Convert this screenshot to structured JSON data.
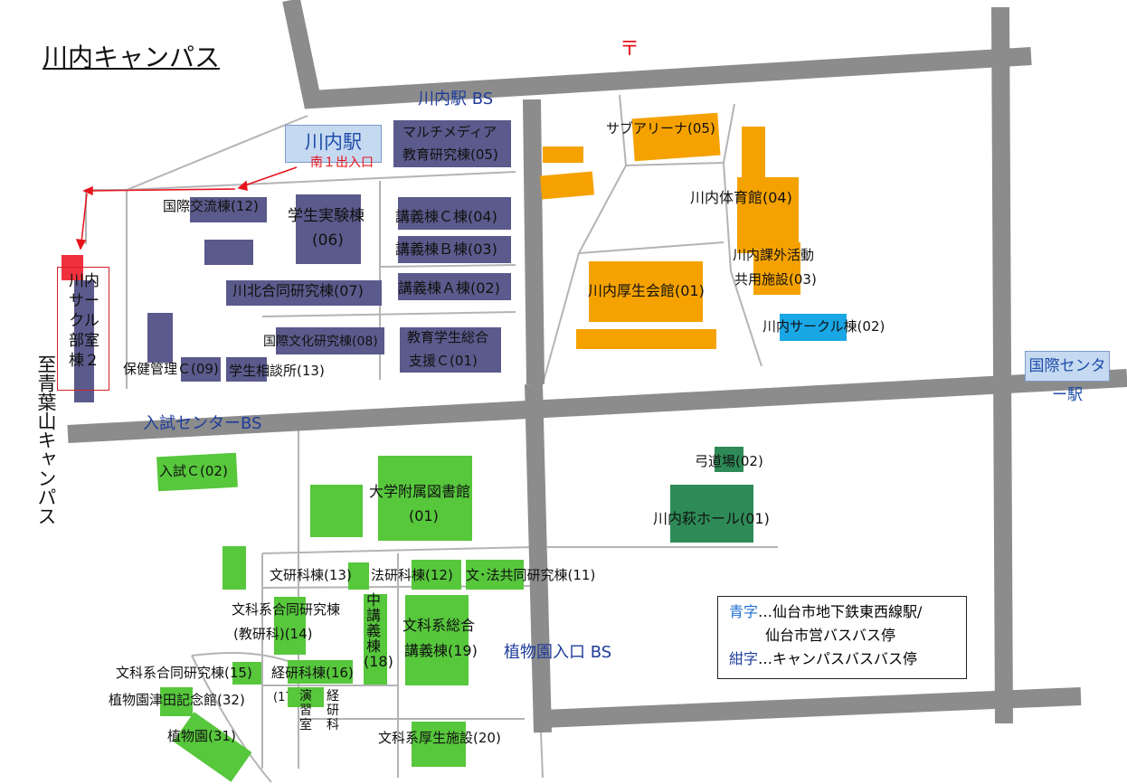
{
  "title": "川内キャンパス",
  "post_mark": "〒",
  "stations": {
    "kawauchi": "川内駅",
    "kokusai_center": "国際センター駅"
  },
  "bus_stops": {
    "kawauchi_eki_bs": "川内駅 BS",
    "nyushi_center_bs": "入試センターBS",
    "shokubutsuen_iriguchi_bs": "植物園入口 BS"
  },
  "exit_label": "南１出入口",
  "side_text": "至青葉山キャンパス",
  "circle_building": "川内サークル部室棟２",
  "buildings": {
    "multimedia_1": "マルチメディア",
    "multimedia_2": "教育研究棟(05)",
    "kokusai_koryu": "国際交流棟(12)",
    "gakusei_jikken_1": "学生実験棟",
    "gakusei_jikken_2": "(06)",
    "kogi_c": "講義棟Ｃ棟(04)",
    "kogi_b": "講義棟Ｂ棟(03)",
    "kogi_a": "講義棟Ａ棟(02)",
    "senpoku": "川北合同研究棟(07)",
    "kokusai_bunka": "国際文化研究棟(08)",
    "kyoiku_gakusei_1": "教育学生総合",
    "kyoiku_gakusei_2": "支援Ｃ(01)",
    "hoken": "保健管理Ｃ(09)",
    "gakusei_sodan": "学生相談所(13)",
    "sub_arena": "サブアリーナ(05)",
    "taiikukan": "川内体育館(04)",
    "kagai_1": "川内課外活動",
    "kagai_2": "共用施設(03)",
    "kosei_kaikan": "川内厚生会館(01)",
    "circle_to": "川内サークル棟(02)",
    "nyushi_c": "入試Ｃ(02)",
    "library_1": "大学附属図書館",
    "library_2": "(01)",
    "kyudojo": "弓道場(02)",
    "hagi_hall": "川内萩ホール(01)",
    "bunken": "文研科棟(13)",
    "hoken_ka": "法研科棟(12)",
    "bun_ho": "文･法共同研究棟(11)",
    "bunka_godo_1": "文科系合同研究棟",
    "bunka_godo_2": "(教研科)(14)",
    "naka_kogi": "中講義棟(18)",
    "bunka_sogo_1": "文科系総合",
    "bunka_sogo_2": "講義棟(19)",
    "bunka_godo_15": "文科系合同研究棟(15)",
    "keiken": "経研科棟(16)",
    "tsuda": "植物園津田記念館(32)",
    "num17": "(17)",
    "enshu": "演習室",
    "keiken_v": "経研科",
    "shokubutsuen": "植物園(31)",
    "kosei_20": "文科系厚生施設(20)"
  },
  "legend": {
    "line1_colored": "青字",
    "line1_rest": "…仙台市地下鉄東西線駅/",
    "line2": "仙台市営バスバス停",
    "line3_colored": "紺字",
    "line3_rest": "…キャンパスバスバス停"
  },
  "colors": {
    "road": "#8c8c8c",
    "purple_building": "#5b5a8c",
    "orange_building": "#f5a200",
    "green_building": "#57c73c",
    "dark_green_building": "#2e8b57",
    "sky_building": "#1aa7e6",
    "red_marker": "#e8121b"
  }
}
